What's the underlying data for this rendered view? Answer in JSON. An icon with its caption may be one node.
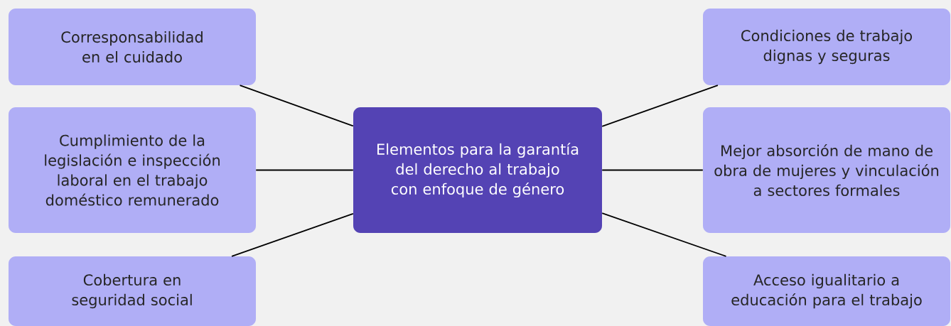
{
  "diagram": {
    "nodes": [
      {
        "text": [
          "Elementos para la garantía del derecho al trabajo con enfoque de género"
        ]
      },
      {
        "text": [
          "Corresponsabilidad en el cuidado"
        ]
      },
      {
        "text": [
          "Cumplimiento de la legislación e inspección laboral en el trabajo doméstico remunerado"
        ]
      },
      {
        "text": [
          "Cobertura en seguridad social"
        ]
      },
      {
        "text": [
          "Condiciones de trabajo dignas y seguras"
        ]
      },
      {
        "text": [
          "Mejor absorción de mano de obra de mujeres y vinculación a sectores formales"
        ]
      },
      {
        "text": [
          "Acceso igualitario a educación para el trabajo"
        ]
      }
    ],
    "edges": [
      {
        "from": 0,
        "to": 1,
        "arrow": "none"
      },
      {
        "from": 0,
        "to": 2,
        "arrow": "none"
      },
      {
        "from": 0,
        "to": 3,
        "arrow": "none"
      },
      {
        "from": 0,
        "to": 4,
        "arrow": "none"
      },
      {
        "from": 0,
        "to": 5,
        "arrow": "none"
      },
      {
        "from": 0,
        "to": 6,
        "arrow": "none"
      }
    ]
  }
}
